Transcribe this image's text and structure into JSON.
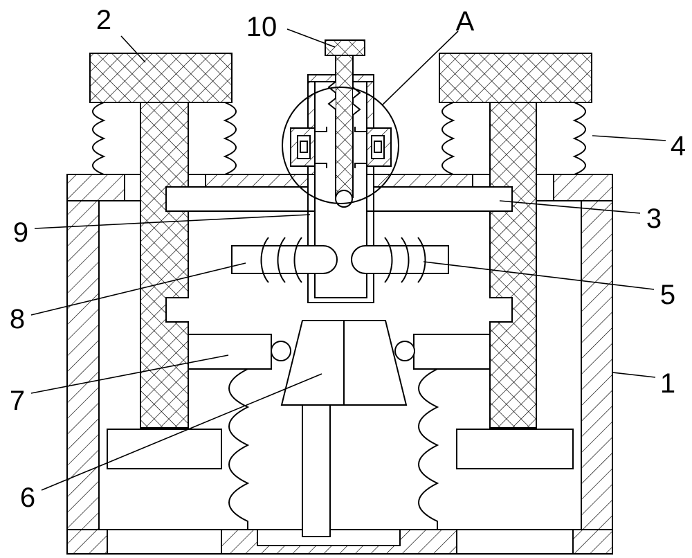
{
  "callouts": {
    "c1": "1",
    "c2": "2",
    "c3": "3",
    "c4": "4",
    "c5": "5",
    "c6": "6",
    "c7": "7",
    "c8": "8",
    "c9": "9",
    "c10": "10",
    "cA": "A"
  },
  "colors": {
    "ink": "#000000",
    "paper": "#ffffff"
  }
}
